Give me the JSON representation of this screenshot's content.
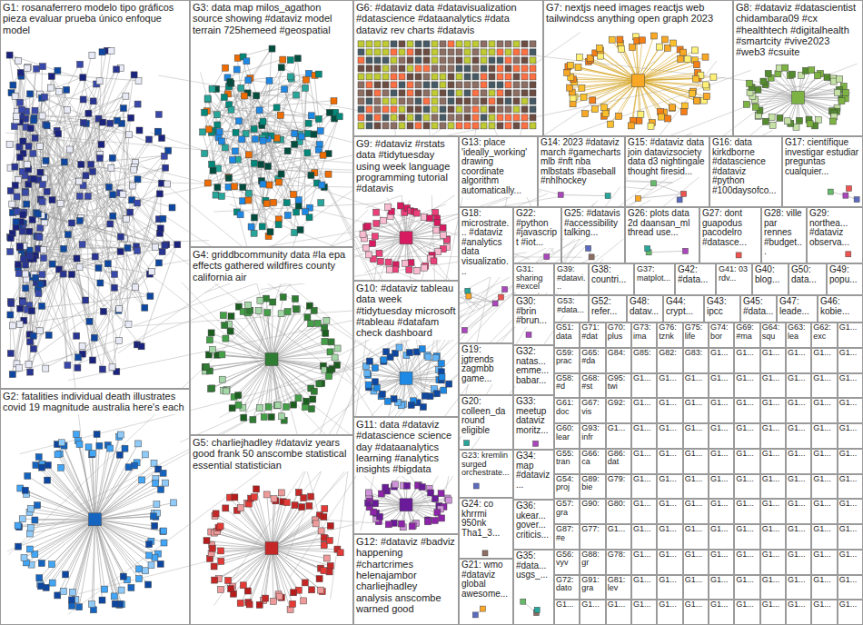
{
  "diagram": {
    "nodes": [
      {
        "text": [
          "G1: rosanaferrero modelo tipo gráficos pieza evaluar prueba único enfoque model"
        ]
      },
      {
        "text": [
          "G2: fatalities individual death illustrates covid 19 magnitude australia here's each"
        ]
      },
      {
        "text": [
          "G3: data map milos_agathon source showing #dataviz model terrain 725hemeed #geospatial"
        ]
      },
      {
        "text": [
          "G4: griddbcommunity data #la epa effects gathered wildfires county california air"
        ]
      },
      {
        "text": [
          "G5: charliejhadley #dataviz years good frank 50 anscombe statistical essential statistician"
        ]
      },
      {
        "text": [
          "G6: #dataviz data #datavisualization #datascience #dataanalytics #data dataviz rev charts #datavis"
        ]
      },
      {
        "text": [
          "G7: nextjs need images reactjs web tailwindcss anything open graph 2023"
        ]
      },
      {
        "text": [
          "G8: #dataviz #datascientist chidambara09 #cx #healthtech #digitalhealth #smartcity #vive2023 #web3 #csuite"
        ]
      },
      {
        "text": [
          "G9: #dataviz #rstats data #tidytuesday using week language programming tutorial #datavis"
        ]
      },
      {
        "text": [
          "G13: place 'ideally_working' drawing coordinate algorithm automatically..."
        ]
      },
      {
        "text": [
          "G14: 2023 #dataviz march #gamecharts mlb #nft nba mlbstats #baseball #nhlhockey"
        ]
      },
      {
        "text": [
          "G15: #dataviz data join datavizsociety data d3 nightingale thought firesid..."
        ]
      },
      {
        "text": [
          "G16: data kirkdborne #datascience #dataviz #python #100daysofco..."
        ]
      },
      {
        "text": [
          "G17: científique investigar estudiar preguntas cualquier..."
        ]
      },
      {
        "text": [
          "G10: #dataviz tableau data week #tidytuesday microsoft #tableau #datafam check dashboard"
        ]
      },
      {
        "text": [
          "G11: data #dataviz #datascience science day #dataanalytics learning #analytics insights #bigdata"
        ]
      },
      {
        "text": [
          "G12: #dataviz #badviz happening #chartcrimes helenajambor charliejhadley analysis anscombe warned good"
        ]
      },
      {
        "text": [
          "G18: microstrate... #dataviz #analytics data visualizatio..."
        ]
      },
      {
        "text": [
          "G22: #python #javascript #iot..."
        ]
      },
      {
        "text": [
          "G25: #datavis #accessibility talking..."
        ]
      },
      {
        "text": [
          "G26: plots data 2d daansan_ml thread use..."
        ]
      },
      {
        "text": [
          "G27: dont guapodus pacodelro #datasce..."
        ]
      },
      {
        "text": [
          "G28: ville par rennes #budget..."
        ]
      },
      {
        "text": [
          "G29: northea... #dataviz observa..."
        ]
      },
      {
        "text": [
          "G31: sharing #excel"
        ]
      },
      {
        "text": [
          "G39: #datavi..."
        ]
      },
      {
        "text": [
          "G38: countri..."
        ]
      },
      {
        "text": [
          "G37: matplot..."
        ]
      },
      {
        "text": [
          "G42: #data..."
        ]
      },
      {
        "text": [
          "G41: 03 rdv..."
        ]
      },
      {
        "text": [
          "G40: blog..."
        ]
      },
      {
        "text": [
          "G50: data..."
        ]
      },
      {
        "text": [
          "G49: popu..."
        ]
      },
      {
        "text": [
          "G19: jgtrends zagmbb game..."
        ]
      },
      {
        "text": [
          "G20: colleen_da round eligible"
        ]
      },
      {
        "text": [
          "G23: kremlin surged orchestrate..."
        ]
      },
      {
        "text": [
          "G24: co khrrmi 950nk Tha1_3..."
        ]
      },
      {
        "text": [
          "G21: wmo #dataviz global awesome..."
        ]
      },
      {
        "text": [
          "G30: #brin #brun..."
        ]
      },
      {
        "text": [
          "G32: natas... emme... babar..."
        ]
      },
      {
        "text": [
          "G33: meetup dataviz moritz..."
        ]
      },
      {
        "text": [
          "G34: map #dataviz..."
        ]
      },
      {
        "text": [
          "G36: ukear... gover... criticis..."
        ]
      },
      {
        "text": [
          "G35: #data... usgs_..."
        ]
      },
      {
        "text": [
          "G53: #data..."
        ]
      },
      {
        "text": [
          "G52: refer..."
        ]
      },
      {
        "text": [
          "G48: datav..."
        ]
      },
      {
        "text": [
          "G44: crypt..."
        ]
      },
      {
        "text": [
          "G43: ipcc"
        ]
      },
      {
        "text": [
          "G45: #data..."
        ]
      },
      {
        "text": [
          "G47: leade..."
        ]
      },
      {
        "text": [
          "G46: kobie..."
        ]
      },
      {
        "text": [
          "G51: data"
        ]
      },
      {
        "text": [
          "G71: #dat"
        ]
      },
      {
        "text": [
          "G70: plus"
        ]
      },
      {
        "text": [
          "G73: ima"
        ]
      },
      {
        "text": [
          "G76: tznk"
        ]
      },
      {
        "text": [
          "G75: life"
        ]
      },
      {
        "text": [
          "G74: bor"
        ]
      },
      {
        "text": [
          "G69: #ma"
        ]
      },
      {
        "text": [
          "G64: squ"
        ]
      },
      {
        "text": [
          "G63: lea"
        ]
      },
      {
        "text": [
          "G62: exc"
        ]
      },
      {
        "text": [
          "G1..."
        ]
      },
      {
        "text": [
          "G59: prac"
        ]
      },
      {
        "text": [
          "G65: #da"
        ]
      },
      {
        "text": [
          "G84:"
        ]
      },
      {
        "text": [
          "G85:"
        ]
      },
      {
        "text": [
          "G82:"
        ]
      },
      {
        "text": [
          "G83:"
        ]
      },
      {
        "text": [
          "G1..."
        ]
      },
      {
        "text": [
          "G1..."
        ]
      },
      {
        "text": [
          "G1..."
        ]
      },
      {
        "text": [
          "G1..."
        ]
      },
      {
        "text": [
          "G1..."
        ]
      },
      {
        "text": [
          "G1..."
        ]
      },
      {
        "text": [
          "G58: #d"
        ]
      },
      {
        "text": [
          "G68: #st"
        ]
      },
      {
        "text": [
          "G95: twi"
        ]
      },
      {
        "text": [
          "G1..."
        ]
      },
      {
        "text": [
          "G1..."
        ]
      },
      {
        "text": [
          "G1..."
        ]
      },
      {
        "text": [
          "G1..."
        ]
      },
      {
        "text": [
          "G1..."
        ]
      },
      {
        "text": [
          "G1..."
        ]
      },
      {
        "text": [
          "G1..."
        ]
      },
      {
        "text": [
          "G1..."
        ]
      },
      {
        "text": [
          "G1..."
        ]
      },
      {
        "text": [
          "G61: doc"
        ]
      },
      {
        "text": [
          "G67: vis"
        ]
      },
      {
        "text": [
          "G92:"
        ]
      },
      {
        "text": [
          "G1..."
        ]
      },
      {
        "text": [
          "G1..."
        ]
      },
      {
        "text": [
          "G1..."
        ]
      },
      {
        "text": [
          "G1..."
        ]
      },
      {
        "text": [
          "G1..."
        ]
      },
      {
        "text": [
          "G1..."
        ]
      },
      {
        "text": [
          "G1..."
        ]
      },
      {
        "text": [
          "G1..."
        ]
      },
      {
        "text": [
          "G1..."
        ]
      },
      {
        "text": [
          "G60: lear"
        ]
      },
      {
        "text": [
          "G93: infr"
        ]
      },
      {
        "text": [
          "G1..."
        ]
      },
      {
        "text": [
          "G1..."
        ]
      },
      {
        "text": [
          "G1..."
        ]
      },
      {
        "text": [
          "G1..."
        ]
      },
      {
        "text": [
          "G1..."
        ]
      },
      {
        "text": [
          "G1..."
        ]
      },
      {
        "text": [
          "G1..."
        ]
      },
      {
        "text": [
          "G1..."
        ]
      },
      {
        "text": [
          "G1..."
        ]
      },
      {
        "text": [
          "G1..."
        ]
      },
      {
        "text": [
          "G55: tran"
        ]
      },
      {
        "text": [
          "G66: ca"
        ]
      },
      {
        "text": [
          "G86: dat"
        ]
      },
      {
        "text": [
          "G1..."
        ]
      },
      {
        "text": [
          "G1..."
        ]
      },
      {
        "text": [
          "G1..."
        ]
      },
      {
        "text": [
          "G1..."
        ]
      },
      {
        "text": [
          "G1..."
        ]
      },
      {
        "text": [
          "G1..."
        ]
      },
      {
        "text": [
          "G1..."
        ]
      },
      {
        "text": [
          "G1..."
        ]
      },
      {
        "text": [
          "G1..."
        ]
      },
      {
        "text": [
          "G54: proj"
        ]
      },
      {
        "text": [
          "G89: bie"
        ]
      },
      {
        "text": [
          "G79:"
        ]
      },
      {
        "text": [
          "G1..."
        ]
      },
      {
        "text": [
          "G1..."
        ]
      },
      {
        "text": [
          "G1..."
        ]
      },
      {
        "text": [
          "G1..."
        ]
      },
      {
        "text": [
          "G1..."
        ]
      },
      {
        "text": [
          "G1..."
        ]
      },
      {
        "text": [
          "G1..."
        ]
      },
      {
        "text": [
          "G1..."
        ]
      },
      {
        "text": [
          "G1..."
        ]
      },
      {
        "text": [
          "G57: gra"
        ]
      },
      {
        "text": [
          "G90:"
        ]
      },
      {
        "text": [
          "G80:"
        ]
      },
      {
        "text": [
          "G1..."
        ]
      },
      {
        "text": [
          "G1..."
        ]
      },
      {
        "text": [
          "G1..."
        ]
      },
      {
        "text": [
          "G1..."
        ]
      },
      {
        "text": [
          "G1..."
        ]
      },
      {
        "text": [
          "G1..."
        ]
      },
      {
        "text": [
          "G1..."
        ]
      },
      {
        "text": [
          "G1..."
        ]
      },
      {
        "text": [
          "G1..."
        ]
      },
      {
        "text": [
          "G87: #e"
        ]
      },
      {
        "text": [
          "G77:"
        ]
      },
      {
        "text": [
          "G1..."
        ]
      },
      {
        "text": [
          "G1..."
        ]
      },
      {
        "text": [
          "G1..."
        ]
      },
      {
        "text": [
          "G1..."
        ]
      },
      {
        "text": [
          "G1..."
        ]
      },
      {
        "text": [
          "G1..."
        ]
      },
      {
        "text": [
          "G1..."
        ]
      },
      {
        "text": [
          "G1..."
        ]
      },
      {
        "text": [
          "G1..."
        ]
      },
      {
        "text": [
          "G1..."
        ]
      },
      {
        "text": [
          "G56: vyv"
        ]
      },
      {
        "text": [
          "G88: gr"
        ]
      },
      {
        "text": [
          "G78:"
        ]
      },
      {
        "text": [
          "G1..."
        ]
      },
      {
        "text": [
          "G1..."
        ]
      },
      {
        "text": [
          "G1..."
        ]
      },
      {
        "text": [
          "G1..."
        ]
      },
      {
        "text": [
          "G1..."
        ]
      },
      {
        "text": [
          "G1..."
        ]
      },
      {
        "text": [
          "G1..."
        ]
      },
      {
        "text": [
          "G1..."
        ]
      },
      {
        "text": [
          "G1..."
        ]
      },
      {
        "text": [
          "G72: dato"
        ]
      },
      {
        "text": [
          "G91: gra"
        ]
      },
      {
        "text": [
          "G81: lev"
        ]
      },
      {
        "text": [
          "G1..."
        ]
      },
      {
        "text": [
          "G1..."
        ]
      },
      {
        "text": [
          "G1..."
        ]
      },
      {
        "text": [
          "G1..."
        ]
      },
      {
        "text": [
          "G1..."
        ]
      },
      {
        "text": [
          "G1..."
        ]
      },
      {
        "text": [
          "G1..."
        ]
      },
      {
        "text": [
          "G1..."
        ]
      },
      {
        "text": [
          "G1..."
        ]
      },
      {
        "text": [
          "G1..."
        ]
      },
      {
        "text": [
          "G1..."
        ]
      },
      {
        "text": [
          "G1..."
        ]
      },
      {
        "text": [
          "G1..."
        ]
      },
      {
        "text": [
          "G1..."
        ]
      },
      {
        "text": [
          "G1..."
        ]
      },
      {
        "text": [
          "G1..."
        ]
      },
      {
        "text": [
          "G1..."
        ]
      },
      {
        "text": [
          "G1..."
        ]
      },
      {
        "text": [
          "G1..."
        ]
      },
      {
        "text": [
          "G1..."
        ]
      },
      {
        "text": [
          "G1..."
        ]
      }
    ]
  }
}
